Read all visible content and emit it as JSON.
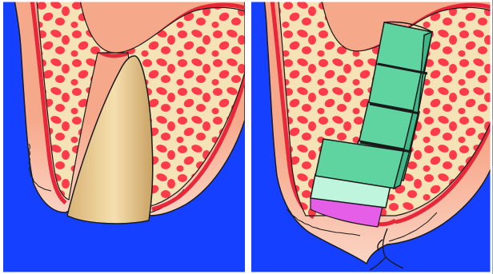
{
  "figure": {
    "panels": [
      {
        "id": "left",
        "illustration": "tapered-root-in-extraction-socket"
      },
      {
        "id": "right",
        "illustration": "stepped-implant-with-sutured-gingiva"
      }
    ],
    "colors": {
      "background": "#1540ff",
      "panel_divider": "#ffffff",
      "gingiva_outer": "#f6a88a",
      "gingiva_inner": "#fbd4c4",
      "mucosa_line": "#e8273a",
      "bone": "#f5e3b6",
      "marrow_spots": "#ff3b4b",
      "root": "#e9c98d",
      "implant_green": "#5fd3a0",
      "implant_collar": "#bff5dd",
      "membrane": "#e55ee8",
      "outline": "#1a1a1a"
    }
  }
}
